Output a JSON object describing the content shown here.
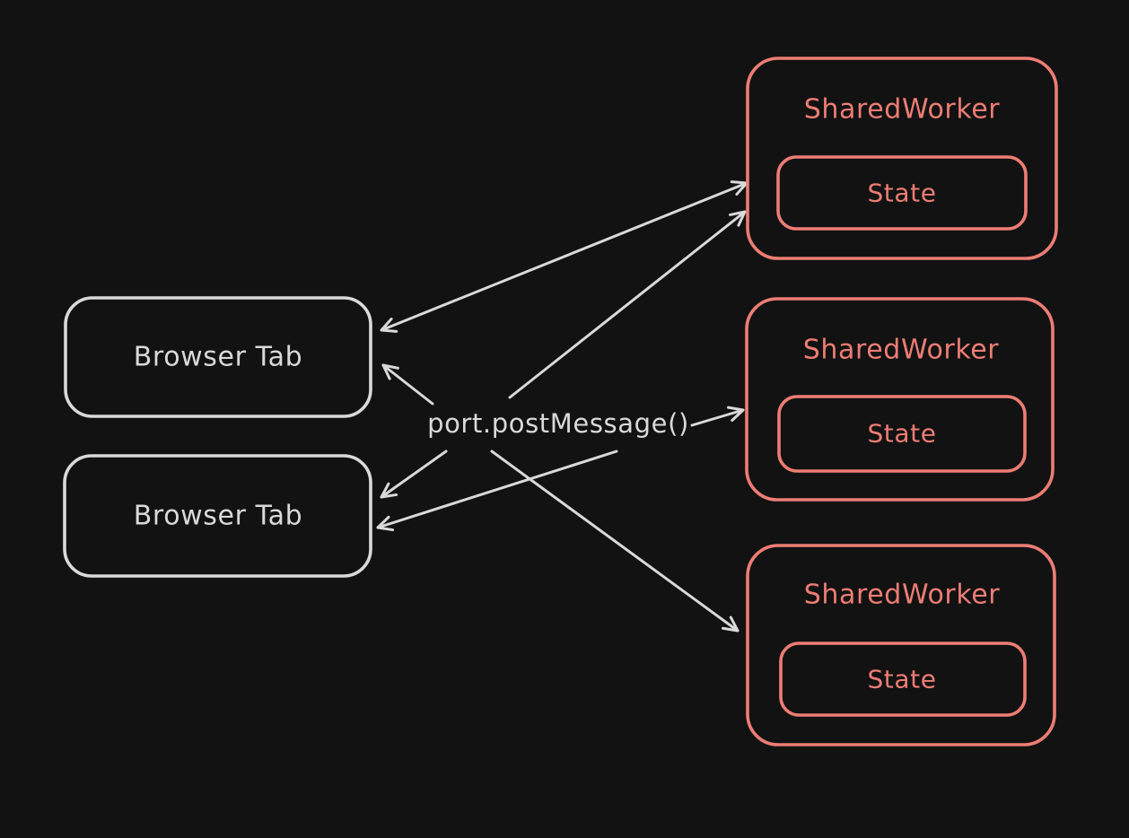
{
  "colors": {
    "background": "#121212",
    "light": "#d9d9d9",
    "accent": "#ed7d74"
  },
  "nodes": {
    "browser_tabs": [
      {
        "label": "Browser Tab"
      },
      {
        "label": "Browser Tab"
      }
    ],
    "shared_workers": [
      {
        "label": "SharedWorker",
        "state": "State"
      },
      {
        "label": "SharedWorker",
        "state": "State"
      },
      {
        "label": "SharedWorker",
        "state": "State"
      }
    ],
    "message_label": "port.postMessage()"
  },
  "edges": [
    {
      "id": "worker1-tab1",
      "from": "shared_worker_1",
      "to": "browser_tab_1",
      "arrows": "both"
    },
    {
      "id": "label-worker1",
      "from": "post_message_label",
      "to": "shared_worker_1",
      "arrows": "end"
    },
    {
      "id": "label-tab1",
      "from": "post_message_label",
      "to": "browser_tab_1",
      "arrows": "end"
    },
    {
      "id": "label-tab2-a",
      "from": "post_message_label",
      "to": "browser_tab_2",
      "arrows": "end"
    },
    {
      "id": "label-tab2-b",
      "from": "post_message_label",
      "to": "browser_tab_2",
      "arrows": "end"
    },
    {
      "id": "label-worker2",
      "from": "post_message_label",
      "to": "shared_worker_2",
      "arrows": "end"
    },
    {
      "id": "label-worker3",
      "from": "post_message_label",
      "to": "shared_worker_3",
      "arrows": "end"
    }
  ]
}
